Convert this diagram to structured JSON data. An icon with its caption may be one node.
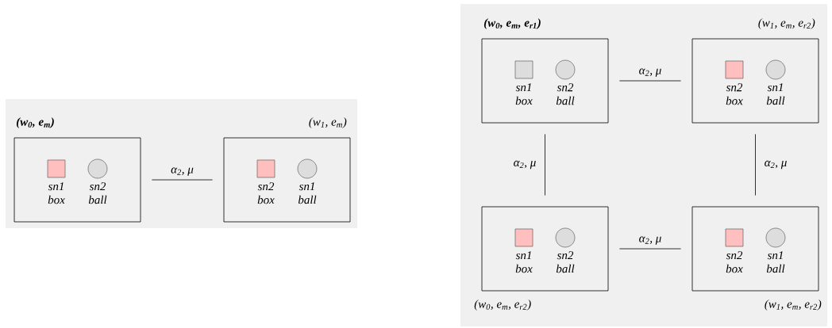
{
  "diagram": {
    "nodes": [
      {
        "text": [
          "(w$_{0}$, e$_{m}$)",
          "sn1 box",
          "sn2 ball"
        ]
      },
      {
        "text": [
          "(w$_{1}$, e$_{m}$)",
          "sn2 box",
          "sn1 ball"
        ]
      },
      {
        "text": [
          "(w$_{0}$, e$_{m}$, e$_{r1}$)",
          "sn1 box",
          "sn2 ball"
        ]
      },
      {
        "text": [
          "(w$_{1}$, e$_{m}$, e$_{r2}$)",
          "sn2 box",
          "sn1 ball"
        ]
      },
      {
        "text": [
          "sn1 box",
          "sn2 ball",
          "(w$_{0}$, e$_{m}$, e$_{r2}$)"
        ]
      },
      {
        "text": [
          "sn2 box",
          "sn1 ball",
          "(w$_{1}$, e$_{m}$, e$_{r2}$)"
        ]
      }
    ],
    "edges": [
      {
        "from": 0,
        "to": 1,
        "arrow": "none",
        "label": "α$_{2}$, μ"
      },
      {
        "from": 2,
        "to": 3,
        "arrow": "none",
        "label": "α$_{2}$, μ"
      },
      {
        "from": 2,
        "to": 4,
        "arrow": "none",
        "label": "α$_{2}$, μ"
      },
      {
        "from": 3,
        "to": 5,
        "arrow": "none",
        "label": "α$_{2}$, μ"
      },
      {
        "from": 4,
        "to": 5,
        "arrow": "none",
        "label": "α$_{2}$, μ"
      }
    ]
  }
}
